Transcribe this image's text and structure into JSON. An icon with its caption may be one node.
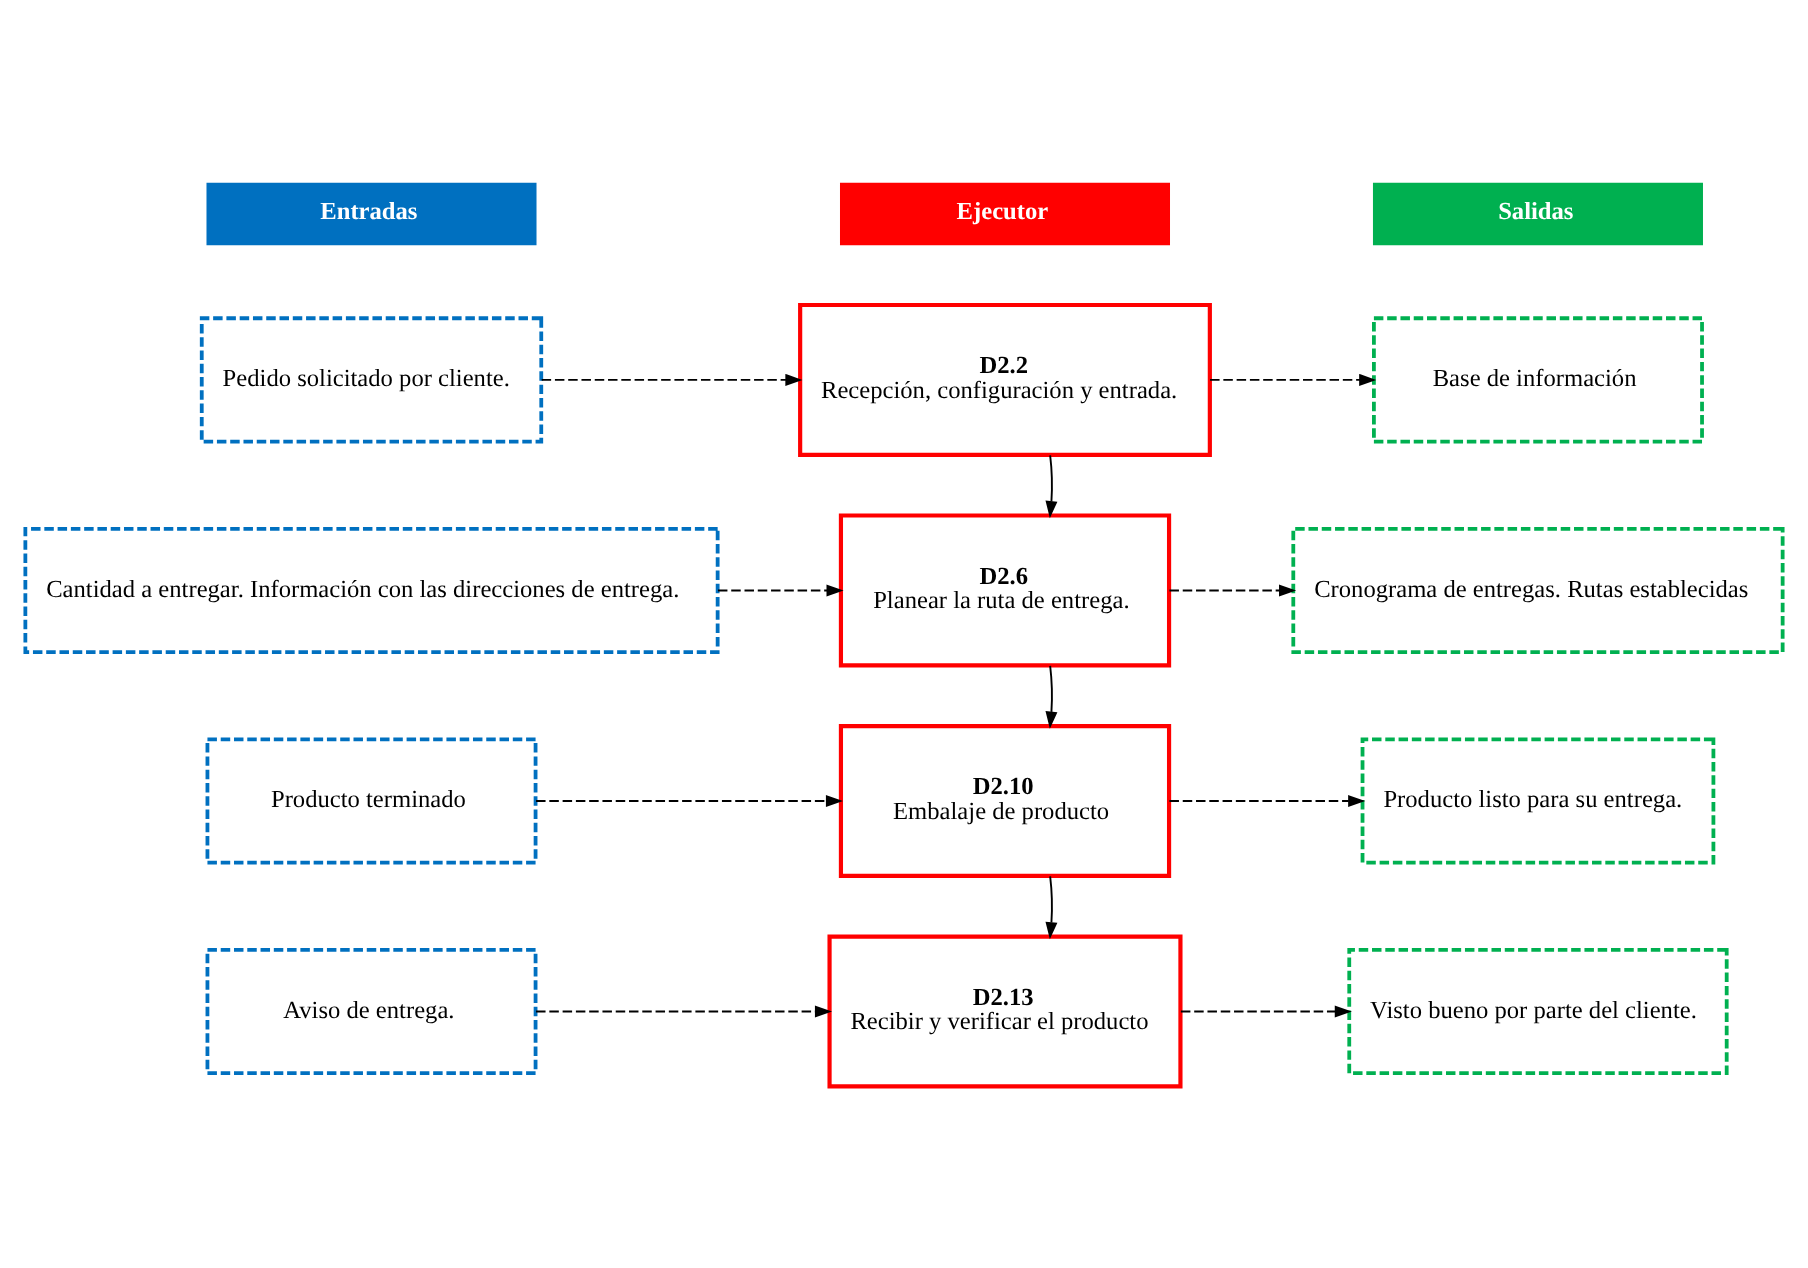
{
  "diagram": {
    "nodes": [
      {
        "text": [
          "Entradas"
        ]
      },
      {
        "text": [
          "Ejecutor"
        ]
      },
      {
        "text": [
          "Salidas"
        ]
      },
      {
        "text": [
          "Pedido solicitado por cliente."
        ]
      },
      {
        "text": [
          "D2.2",
          "Recepción, configuración y entrada."
        ]
      },
      {
        "text": [
          "Base de información"
        ]
      },
      {
        "text": [
          "Cantidad a entregar. Información con las direcciones de entrega."
        ]
      },
      {
        "text": [
          "D2.6",
          "Planear la ruta de entrega."
        ]
      },
      {
        "text": [
          "Cronograma de entregas. Rutas establecidas"
        ]
      },
      {
        "text": [
          "Producto terminado"
        ]
      },
      {
        "text": [
          "D2.10",
          "Embalaje de producto"
        ]
      },
      {
        "text": [
          "Producto listo para su entrega."
        ]
      },
      {
        "text": [
          "Aviso de entrega."
        ]
      },
      {
        "text": [
          "D2.13",
          "Recibir y verificar el producto"
        ]
      },
      {
        "text": [
          "Visto bueno por parte del cliente."
        ]
      }
    ],
    "edges": [
      {
        "from": 3,
        "to": 4,
        "arrow": "to",
        "style": "dashed"
      },
      {
        "from": 4,
        "to": 5,
        "arrow": "to",
        "style": "dashed"
      },
      {
        "from": 4,
        "to": 7,
        "arrow": "to"
      },
      {
        "from": 6,
        "to": 7,
        "arrow": "to",
        "style": "dashed"
      },
      {
        "from": 7,
        "to": 8,
        "arrow": "to",
        "style": "dashed"
      },
      {
        "from": 7,
        "to": 10,
        "arrow": "to"
      },
      {
        "from": 9,
        "to": 10,
        "arrow": "to",
        "style": "dashed"
      },
      {
        "from": 10,
        "to": 11,
        "arrow": "to",
        "style": "dashed"
      },
      {
        "from": 10,
        "to": 13,
        "arrow": "to"
      },
      {
        "from": 12,
        "to": 13,
        "arrow": "to",
        "style": "dashed"
      },
      {
        "from": 13,
        "to": 14,
        "arrow": "to",
        "style": "dashed"
      }
    ]
  }
}
